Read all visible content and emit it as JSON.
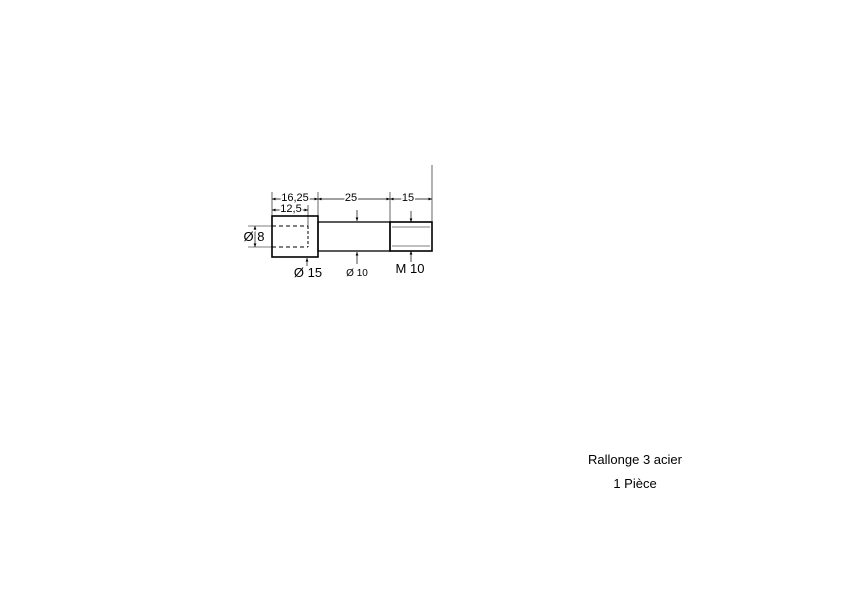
{
  "dimensions": {
    "len_total_head": "16,25",
    "len_bore": "12,5",
    "len_shank": "25",
    "len_thread": "15",
    "dia_bore": "Ø 8",
    "dia_head": "Ø 15",
    "dia_shank": "Ø 10",
    "thread": "M 10"
  },
  "title_block": {
    "part_name": "Rallonge 3 acier",
    "quantity": "1 Pièce"
  }
}
